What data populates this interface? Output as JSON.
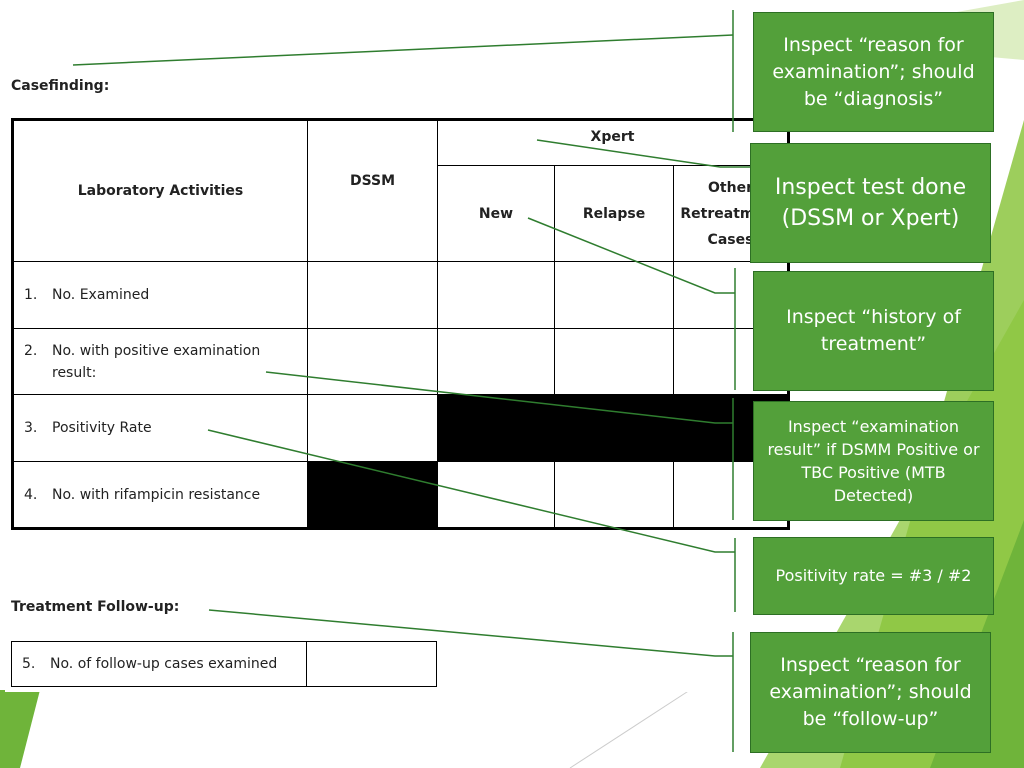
{
  "casefinding": {
    "heading": "Casefinding:",
    "headers": {
      "activities": "Laboratory Activities",
      "dssm": "DSSM",
      "xpert": "Xpert",
      "new": "New",
      "relapse": "Relapse",
      "other_line1": "Other",
      "other_line2": "Retreatment",
      "other_line3": "Cases"
    },
    "rows": [
      {
        "num": "1.",
        "label": "No. Examined"
      },
      {
        "num": "2.",
        "label_line1": "No. with positive examination",
        "label_line2": "result:"
      },
      {
        "num": "3.",
        "label": "Positivity Rate"
      },
      {
        "num": "4.",
        "label": "No. with rifampicin resistance"
      }
    ]
  },
  "followup": {
    "heading": "Treatment Follow-up:",
    "row": {
      "num": "5.",
      "label": "No. of follow-up cases examined"
    }
  },
  "callouts": [
    {
      "text": "Inspect “reason for examination”; should be “diagnosis”"
    },
    {
      "text": "Inspect test done (DSSM or Xpert)"
    },
    {
      "text": "Inspect “history of treatment”"
    },
    {
      "text": "Inspect “examination result” if DSMM Positive or TBC Positive (MTB Detected)"
    },
    {
      "text": "Positivity rate = #3 / #2"
    },
    {
      "text": "Inspect “reason for examination”; should be “follow-up”"
    }
  ],
  "colors": {
    "callout_fill": "#53a03a",
    "callout_border": "#2d6f24",
    "leader_line": "#2f7d2f",
    "accent_green": "#8cc63f"
  }
}
